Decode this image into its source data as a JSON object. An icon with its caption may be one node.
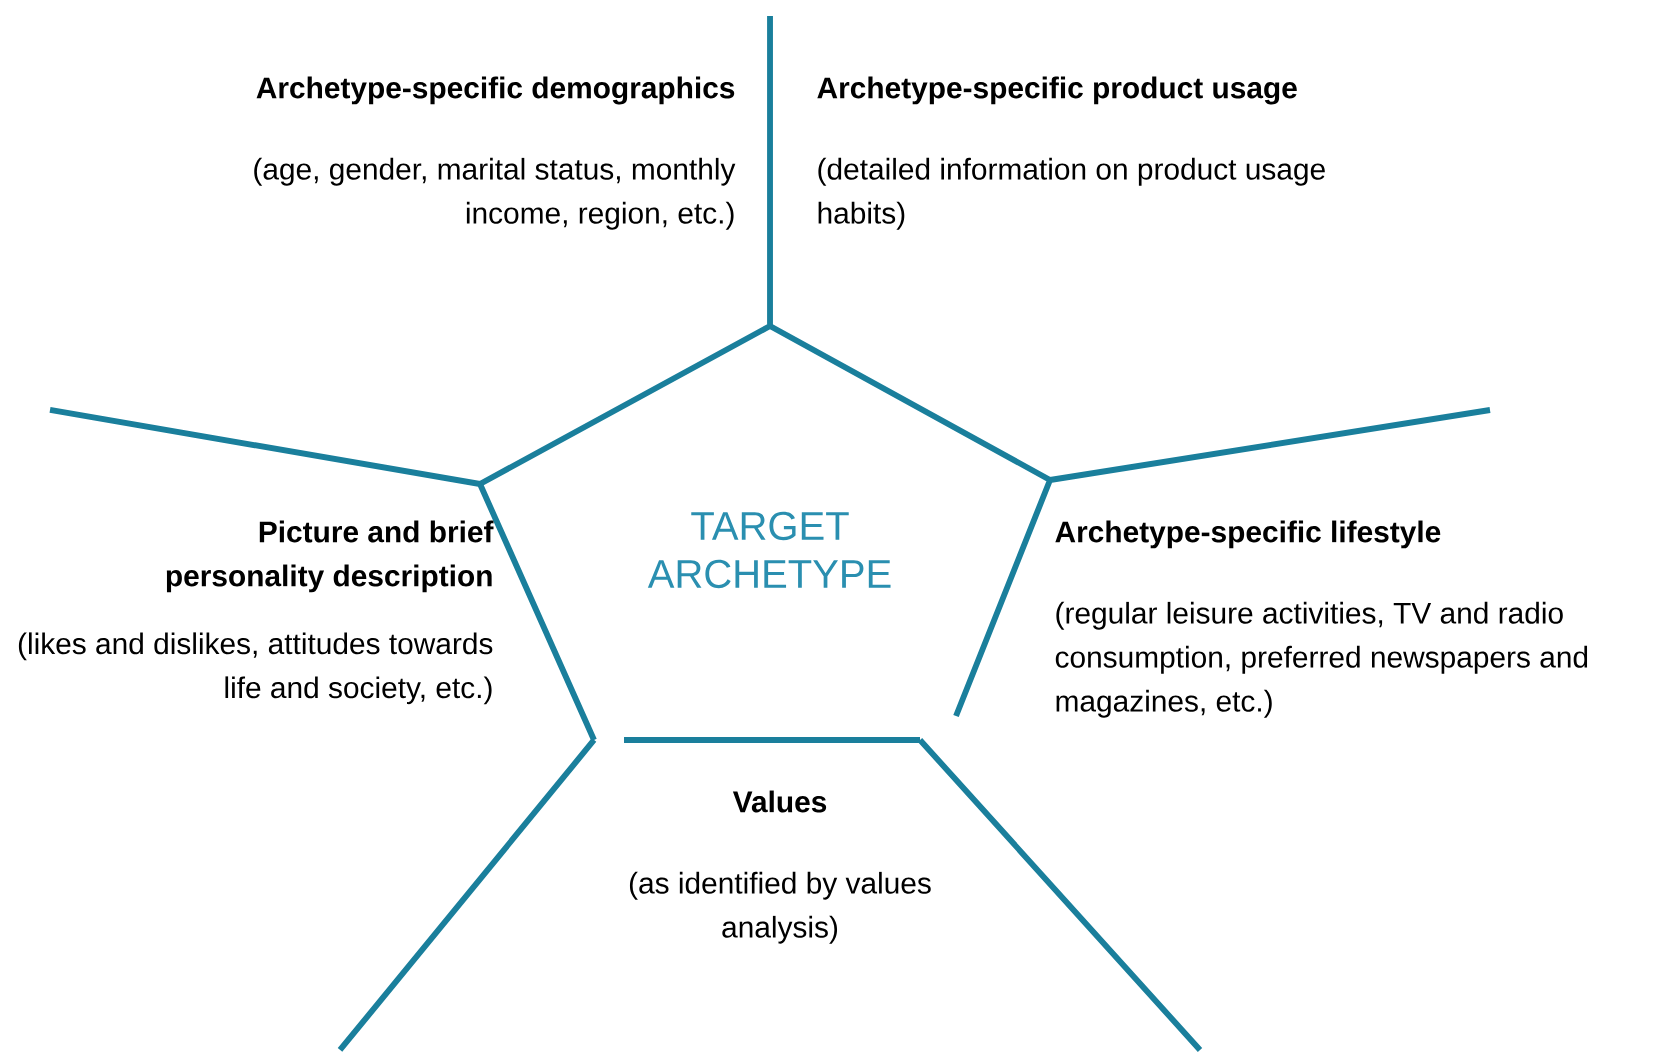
{
  "diagram": {
    "nodes": [
      {
        "text": [
          "Archetype-specific demographics",
          "(age, gender, marital status, monthly income, region, etc.)"
        ]
      },
      {
        "text": [
          "Archetype-specific product usage",
          "(detailed information on product usage habits)"
        ]
      },
      {
        "text": [
          "TARGET ARCHETYPE"
        ]
      },
      {
        "text": [
          "Picture and brief personality description",
          "(likes and dislikes, attitudes towards life and society, etc.)"
        ]
      },
      {
        "text": [
          "Archetype-specific lifestyle",
          "(regular leisure activities, TV and radio consumption, preferred newspapers and magazines, etc.)"
        ]
      },
      {
        "text": [
          "Values",
          "(as identified by values analysis)"
        ]
      }
    ]
  }
}
